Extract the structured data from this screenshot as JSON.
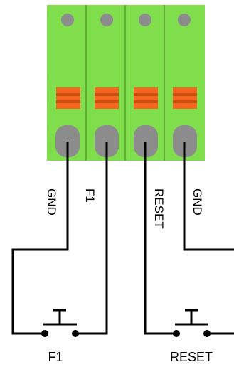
{
  "terminal_block": {
    "body_color": "#80dd4c",
    "divider_color": "#5fae38",
    "hole_color": "#8c8c8c",
    "lever_color": "#f7661e",
    "lever_stripe_color": "#c94f12",
    "pin_count": 4
  },
  "wire_labels": [
    "GND",
    "F1",
    "RESET",
    "GND"
  ],
  "buttons": {
    "left_label": "F1",
    "right_label": "RESET"
  },
  "wire_color": "#000000"
}
